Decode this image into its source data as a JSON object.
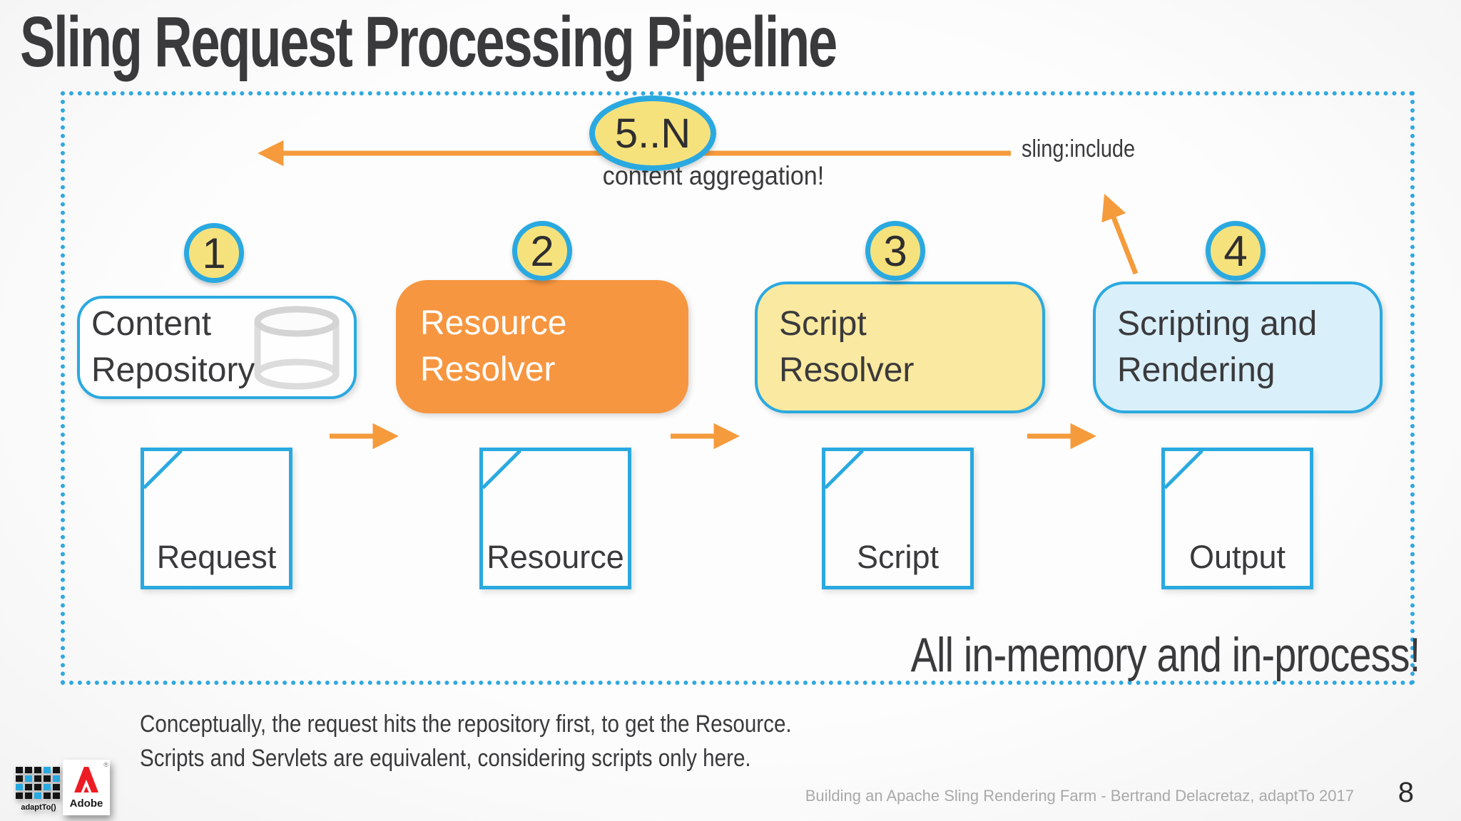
{
  "slide": {
    "title": "Sling Request Processing Pipeline",
    "notes": {
      "line1": "Conceptually, the request hits the repository first, to get the Resource.",
      "line2": "Scripts and Servlets are equivalent, considering scripts only here."
    },
    "credit": "Building an Apache Sling Rendering Farm - Bertrand Delacretaz, adaptTo 2017",
    "page_number": "8"
  },
  "diagram": {
    "loop_badge": "5..N",
    "loop_caption": "content aggregation!",
    "include_label": "sling:include",
    "memory_note": "All in-memory and in-process!",
    "stages": [
      {
        "number": "1",
        "label": "Content Repository",
        "artifact": "Request",
        "box_style": "background:#fefefe;border-color:#2aa9e0;color:#3a3a3c"
      },
      {
        "number": "2",
        "label": "Resource Resolver",
        "artifact": "Resource",
        "box_style": "background:#f79640;border-color:#f79640;color:#ffffff"
      },
      {
        "number": "3",
        "label": "Script Resolver",
        "artifact": "Script",
        "box_style": "background:#fae9a0;border-color:#2aa9e0;color:#3a3a3c"
      },
      {
        "number": "4",
        "label": "Scripting and Rendering",
        "artifact": "Output",
        "box_style": "background:#d9effa;border-color:#2aa9e0;color:#3a3a3c"
      }
    ],
    "colors": {
      "accent_blue": "#2aa9e0",
      "accent_orange": "#f59b3c",
      "badge_fill": "#f6e27d"
    },
    "icons": {
      "repository_icon": "database-cylinder"
    }
  },
  "footer_logos": {
    "adaptto": "adaptTo()",
    "adobe": "Adobe",
    "registered_mark": "®"
  }
}
